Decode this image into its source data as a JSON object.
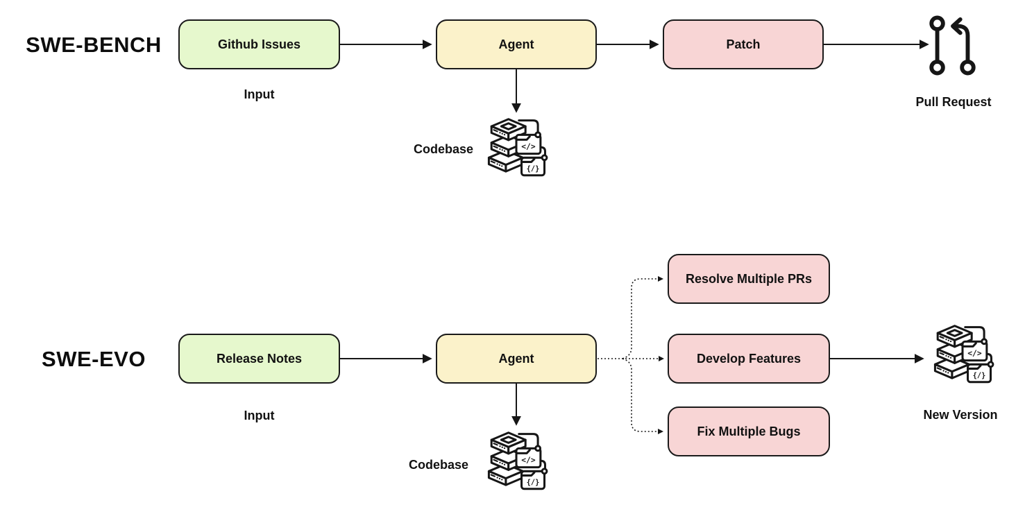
{
  "diagram": {
    "colors": {
      "background": "#ffffff",
      "input_fill": "#e6f8cd",
      "agent_fill": "#fbf2ca",
      "output_fill": "#f8d5d5",
      "stroke": "#1a1a1a",
      "text": "#111111"
    },
    "swe_bench": {
      "title": "SWE-BENCH",
      "input_box": "Github Issues",
      "input_caption": "Input",
      "agent_box": "Agent",
      "patch_box": "Patch",
      "codebase_caption": "Codebase",
      "result_caption": "Pull Request"
    },
    "swe_evo": {
      "title": "SWE-EVO",
      "input_box": "Release Notes",
      "input_caption": "Input",
      "agent_box": "Agent",
      "task_boxes": [
        "Resolve Multiple PRs",
        "Develop Features",
        "Fix Multiple Bugs"
      ],
      "codebase_caption": "Codebase",
      "result_caption": "New Version"
    },
    "icons": {
      "codebase": "codebase-icon",
      "pull_request": "pull-request-icon",
      "folder_code_1": "</>",
      "folder_code_2": "{/}"
    }
  }
}
